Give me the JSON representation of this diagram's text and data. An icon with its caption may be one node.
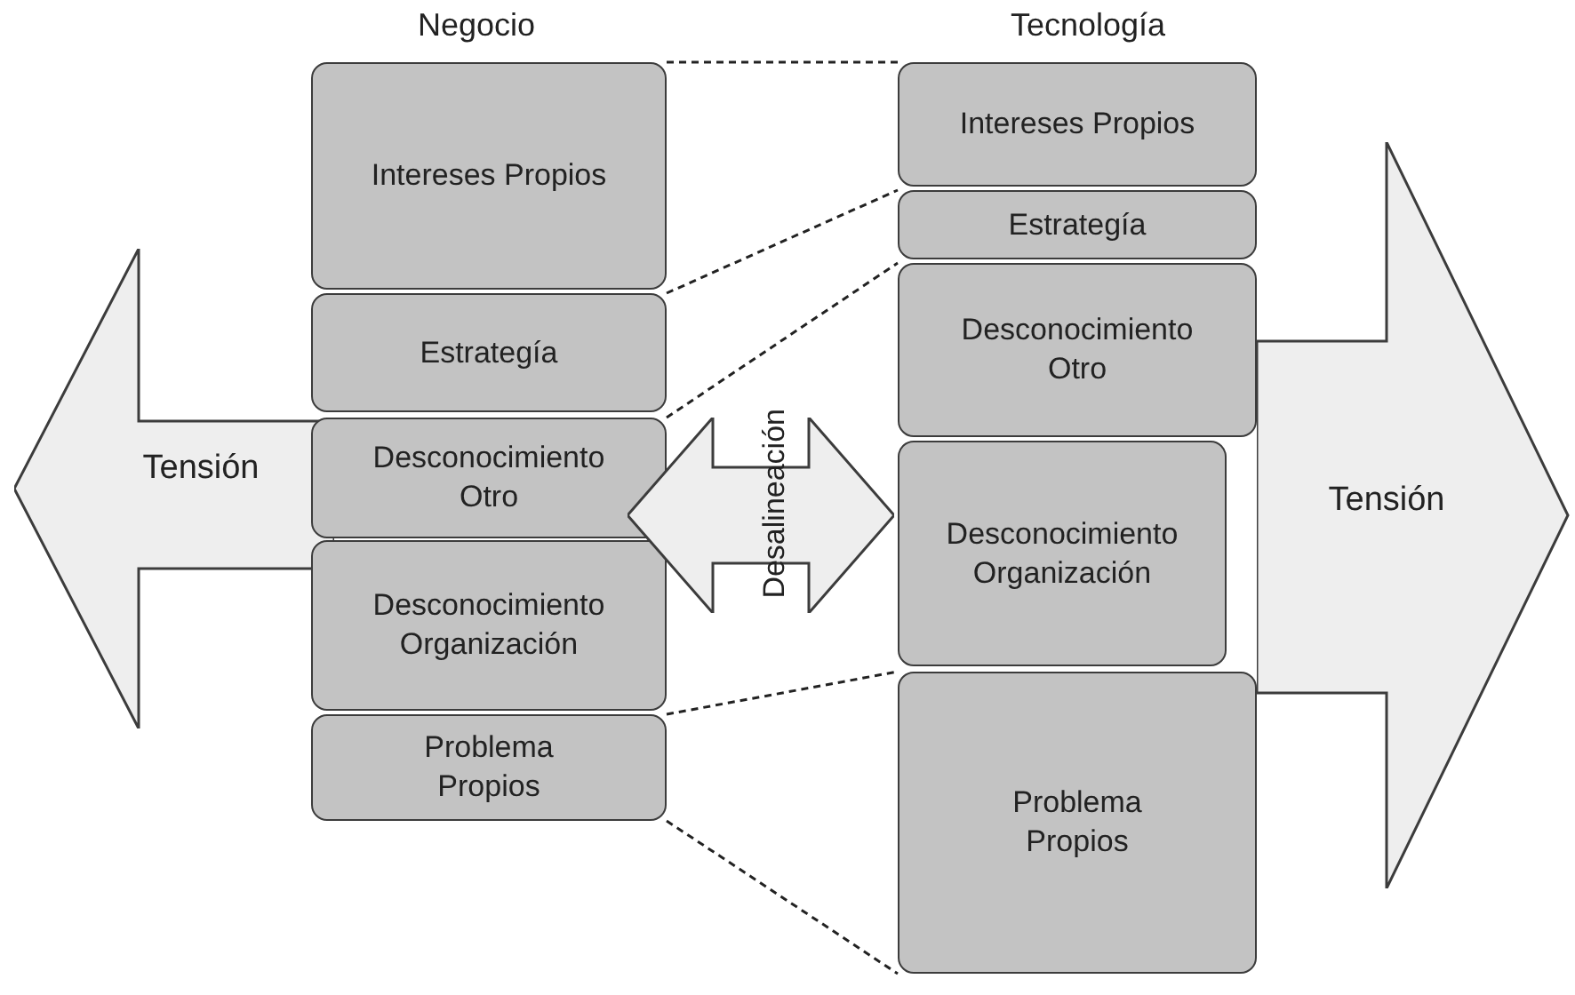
{
  "diagram": {
    "nodes": [
      {
        "text": [
          "Tensión"
        ]
      },
      {
        "text": [
          "Intereses Propios"
        ]
      },
      {
        "text": [
          "Estrategía"
        ]
      },
      {
        "text": [
          "Desconocimiento Otro"
        ]
      },
      {
        "text": [
          "Desconocimiento Organización"
        ]
      },
      {
        "text": [
          "Problema Propios"
        ]
      },
      {
        "text": [
          "Desalineación"
        ]
      },
      {
        "text": [
          "Intereses Propios"
        ]
      },
      {
        "text": [
          "Estrategía"
        ]
      },
      {
        "text": [
          "Desconocimiento Otro"
        ]
      },
      {
        "text": [
          "Desconocimiento Organización"
        ]
      },
      {
        "text": [
          "Problema Propios"
        ]
      },
      {
        "text": [
          "Tensión"
        ]
      }
    ],
    "edges": [
      {
        "from": 1,
        "to": 7,
        "arrow": "none",
        "style": "dashed"
      },
      {
        "from": 2,
        "to": 8,
        "arrow": "none",
        "style": "dashed"
      },
      {
        "from": 3,
        "to": 9,
        "arrow": "none",
        "style": "dashed"
      },
      {
        "from": 5,
        "to": 11,
        "arrow": "none",
        "style": "dashed"
      },
      {
        "from": 5,
        "to": 11,
        "arrow": "none",
        "style": "dashed"
      }
    ],
    "labels": [
      "Negocio",
      "Tecnología"
    ]
  }
}
